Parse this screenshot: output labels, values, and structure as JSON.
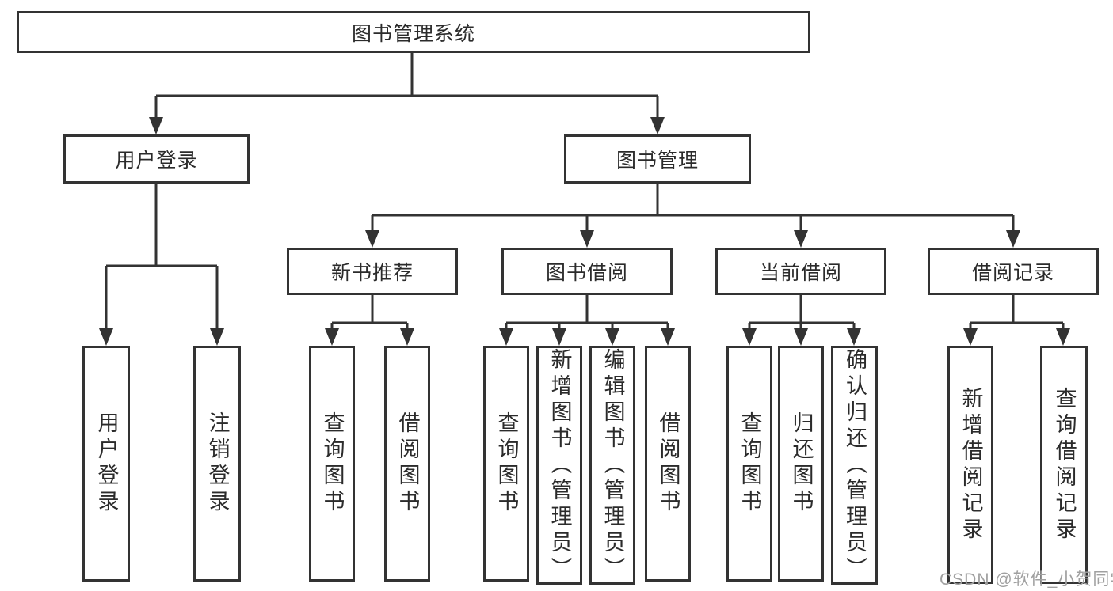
{
  "colors": {
    "line": "#333333",
    "boxbg": "#ffffff",
    "text": "#2b2b2b",
    "watermark": "#a0a0a0"
  },
  "tree": {
    "root": {
      "label": "图书管理系统"
    },
    "branches": [
      {
        "label": "用户登录",
        "children": [
          {
            "label": "用户登录"
          },
          {
            "label": "注销登录"
          }
        ]
      },
      {
        "label": "图书管理",
        "children": [
          {
            "label": "新书推荐",
            "children": [
              {
                "label": "查询图书"
              },
              {
                "label": "借阅图书"
              }
            ]
          },
          {
            "label": "图书借阅",
            "children": [
              {
                "label": "查询图书"
              },
              {
                "label": "新增图书（管理员）"
              },
              {
                "label": "编辑图书（管理员）"
              },
              {
                "label": "借阅图书"
              }
            ]
          },
          {
            "label": "当前借阅",
            "children": [
              {
                "label": "查询图书"
              },
              {
                "label": "归还图书"
              },
              {
                "label": "确认归还（管理员）"
              }
            ]
          },
          {
            "label": "借阅记录",
            "children": [
              {
                "label": "新增借阅记录"
              },
              {
                "label": "查询借阅记录"
              }
            ]
          }
        ]
      }
    ]
  },
  "watermark": {
    "text": "CSDN @软件_小贺同学"
  }
}
